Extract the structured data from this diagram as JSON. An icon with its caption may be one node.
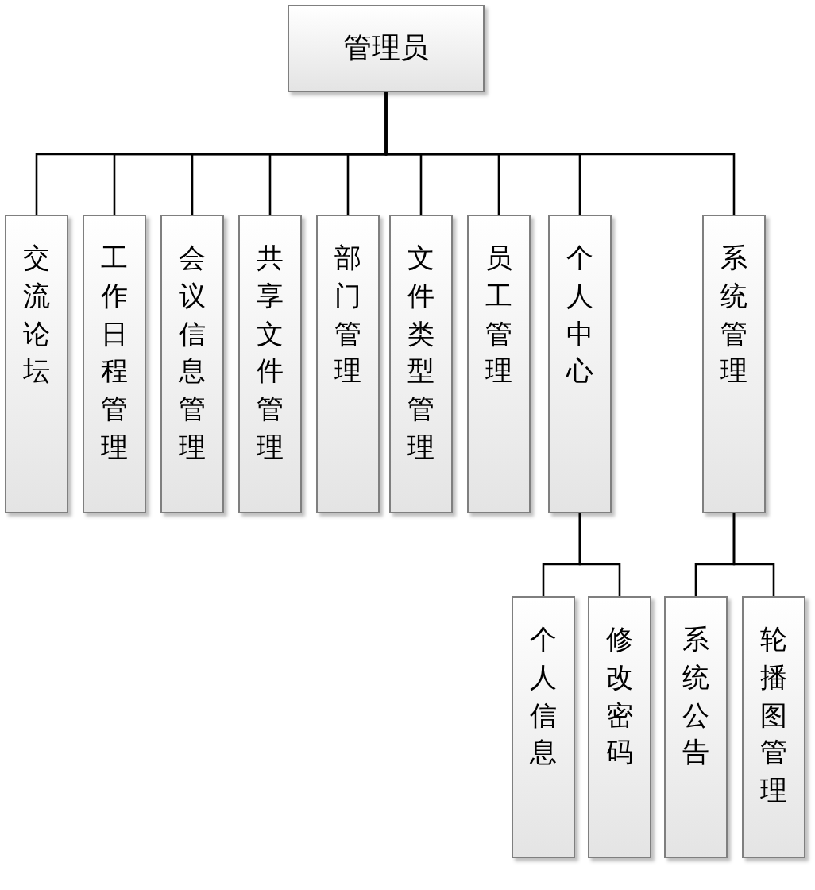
{
  "diagram": {
    "nodes": [
      {
        "text": [
          "管理员"
        ]
      },
      {
        "text": [
          "交流论坛"
        ]
      },
      {
        "text": [
          "工作日程管理"
        ]
      },
      {
        "text": [
          "会议信息管理"
        ]
      },
      {
        "text": [
          "共享文件管理"
        ]
      },
      {
        "text": [
          "部门管理"
        ]
      },
      {
        "text": [
          "文件类型管理"
        ]
      },
      {
        "text": [
          "员工管理"
        ]
      },
      {
        "text": [
          "个人中心"
        ]
      },
      {
        "text": [
          "系统管理"
        ]
      },
      {
        "text": [
          "个人信息"
        ]
      },
      {
        "text": [
          "修改密码"
        ]
      },
      {
        "text": [
          "系统公告"
        ]
      },
      {
        "text": [
          "轮播图管理"
        ]
      }
    ],
    "edges": [
      {
        "from": 0,
        "to": 1,
        "arrow": "none"
      },
      {
        "from": 0,
        "to": 2,
        "arrow": "none"
      },
      {
        "from": 0,
        "to": 3,
        "arrow": "none"
      },
      {
        "from": 0,
        "to": 4,
        "arrow": "none"
      },
      {
        "from": 0,
        "to": 5,
        "arrow": "none"
      },
      {
        "from": 0,
        "to": 6,
        "arrow": "none"
      },
      {
        "from": 0,
        "to": 7,
        "arrow": "none"
      },
      {
        "from": 0,
        "to": 8,
        "arrow": "none"
      },
      {
        "from": 0,
        "to": 9,
        "arrow": "none"
      },
      {
        "from": 8,
        "to": 10,
        "arrow": "none"
      },
      {
        "from": 8,
        "to": 11,
        "arrow": "none"
      },
      {
        "from": 9,
        "to": 12,
        "arrow": "none"
      },
      {
        "from": 9,
        "to": 13,
        "arrow": "none"
      }
    ]
  }
}
